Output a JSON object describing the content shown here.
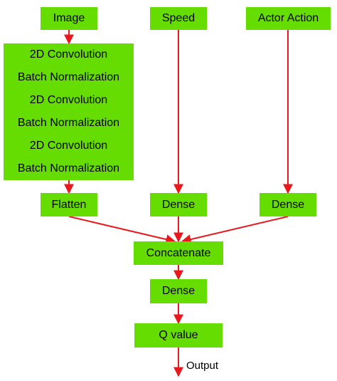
{
  "inputs": {
    "image": "Image",
    "speed": "Speed",
    "actor_action": "Actor Action"
  },
  "conv_stack": [
    "2D Convolution",
    "Batch Normalization",
    "2D Convolution",
    "Batch Normalization",
    "2D Convolution",
    "Batch Normalization"
  ],
  "flatten": "Flatten",
  "dense_speed": "Dense",
  "dense_action": "Dense",
  "concatenate": "Concatenate",
  "dense_merged": "Dense",
  "q_value": "Q value",
  "output_label": "Output",
  "colors": {
    "box_fill": "#66dd00",
    "arrow": "#e8181c"
  }
}
